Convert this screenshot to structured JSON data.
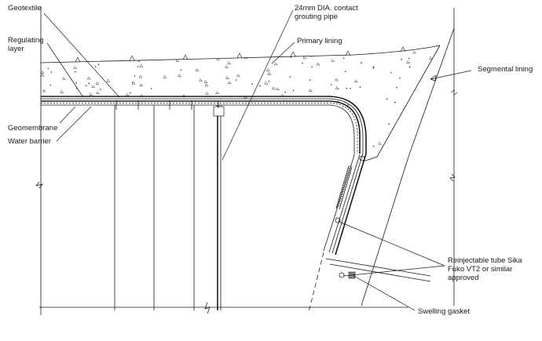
{
  "labels": {
    "geotextile": "Geotextile",
    "regulating_layer": [
      "Regulating",
      "layer"
    ],
    "grouting_pipe": [
      "24mm DIA. contact",
      "grouting pipe"
    ],
    "primary_lining": "Primary lining",
    "segmental_lining": "Segmental lining",
    "geomembrane": "Geomembrane",
    "water_barrier": "Water barrier",
    "reinjectable_tube": [
      "Reinjectable tube Sika",
      "Fuko VT2 or similar",
      "approved"
    ],
    "swelling_gasket": "Swelling gasket"
  }
}
